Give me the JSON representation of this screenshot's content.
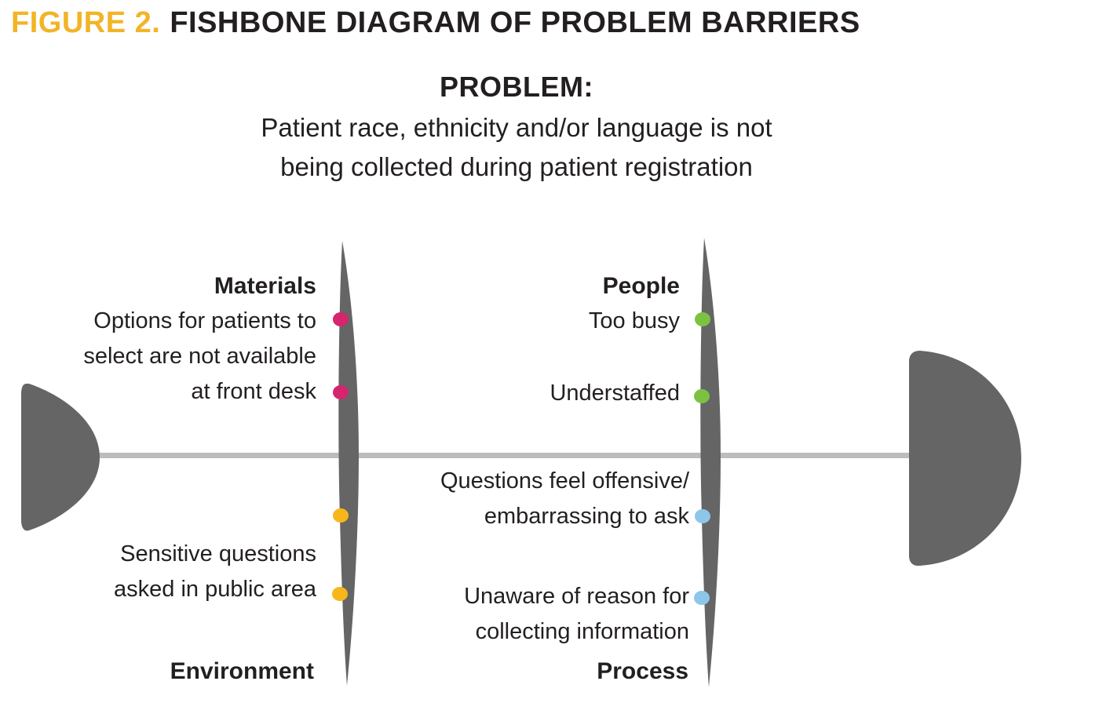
{
  "figure": {
    "label": "FIGURE 2.",
    "title": "FISHBONE DIAGRAM OF PROBLEM BARRIERS",
    "label_color": "#F2B427",
    "title_color": "#231F20"
  },
  "problem": {
    "heading": "PROBLEM:",
    "statement_line1": "Patient race, ethnicity and/or language is not",
    "statement_line2": "being collected during patient registration"
  },
  "diagram": {
    "bone_color": "#656565",
    "spine_color": "#BCBCBC",
    "sections": {
      "materials": {
        "label": "Materials",
        "dot_color": "#D6246F",
        "cause_lines": [
          "Options for patients to",
          "select are not available",
          "at front desk"
        ]
      },
      "people": {
        "label": "People",
        "dot_color": "#7CC242",
        "causes": [
          "Too busy",
          "Understaffed"
        ]
      },
      "environment": {
        "label": "Environment",
        "dot_color": "#F7B71B",
        "cause_lines": [
          "Sensitive questions",
          "asked in public area"
        ]
      },
      "process": {
        "label": "Process",
        "dot_color": "#8CC7E9",
        "cause1_lines": [
          "Questions feel offensive/",
          "embarrassing to ask"
        ],
        "cause2_lines": [
          "Unaware of reason for",
          "collecting information"
        ]
      }
    }
  }
}
